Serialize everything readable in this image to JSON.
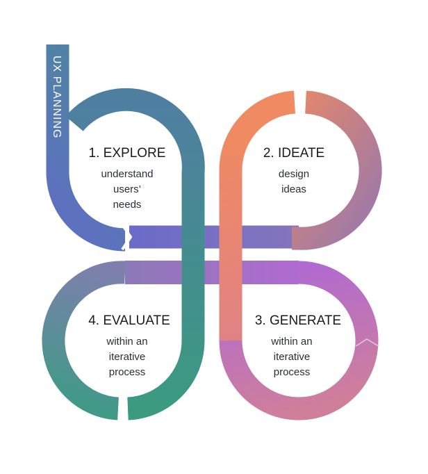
{
  "side_label": "UX PLANNING",
  "steps": [
    {
      "title": "1. EXPLORE",
      "lines": [
        "understand",
        "users’",
        "needs"
      ]
    },
    {
      "title": "2. IDEATE",
      "lines": [
        "design",
        "ideas"
      ]
    },
    {
      "title": "3. GENERATE",
      "lines": [
        "within an",
        "iterative",
        "process"
      ]
    },
    {
      "title": "4. EVALUATE",
      "lines": [
        "within an",
        "iterative",
        "process"
      ]
    }
  ],
  "colors": {
    "explore": [
      "#5f6dc4",
      "#4b8c98"
    ],
    "ideate": [
      "#f48a5c",
      "#9d79a9"
    ],
    "generate": [
      "#b56ad2",
      "#d97f8c"
    ],
    "evaluate": [
      "#7a7fac",
      "#3a9b7f"
    ],
    "band": [
      "#6a6bc9",
      "#a46fcf"
    ]
  }
}
